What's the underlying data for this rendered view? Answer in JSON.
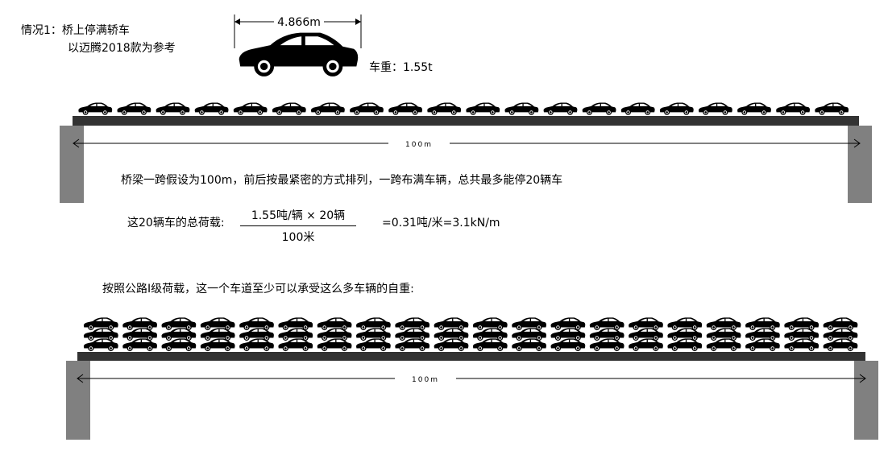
{
  "case_title": "情况1：桥上停满轿车",
  "reference_car": "以迈腾2018款为参考",
  "car_length": "4.866m",
  "car_weight": "车重：1.55t",
  "span_label": "100m",
  "description": "桥梁一跨假设为100m，前后按最紧密的方式排列，一跨布满车辆，总共最多能停20辆车",
  "formula": {
    "label": "这20辆车的总荷载:",
    "numerator": "1.55吨/辆 × 20辆",
    "denominator": "100米",
    "result": "=0.31吨/米=3.1kN/m"
  },
  "highway_text": "按照公路I级荷载，这一个车道至少可以承受这么多车辆的自重:",
  "colors": {
    "deck": "#333333",
    "pier": "#808080",
    "car": "#000000"
  },
  "bridges": [
    {
      "cars_per_row": 20,
      "rows": 1
    },
    {
      "cars_per_row": 20,
      "rows": 3
    }
  ]
}
